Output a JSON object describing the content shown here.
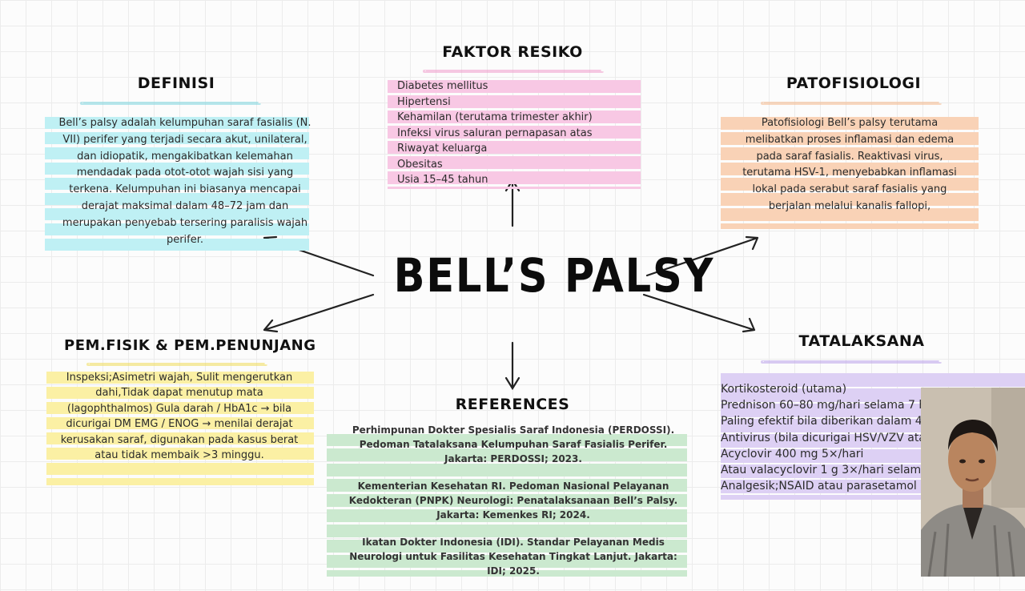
{
  "center_title": "BELL’S PALSY",
  "definisi": {
    "heading": "DEFINISI",
    "text": "Bell’s palsy adalah kelumpuhan saraf fasialis (N. VII) perifer yang terjadi secara akut, unilateral, dan idiopatik, mengakibatkan kelemahan mendadak pada otot-otot wajah sisi yang terkena. Kelumpuhan ini biasanya mencapai derajat maksimal dalam 48–72 jam dan merupakan penyebab tersering paralisis wajah perifer."
  },
  "faktor_resiko": {
    "heading": "FAKTOR RESIKO",
    "items": [
      "Diabetes mellitus",
      "Hipertensi",
      "Kehamilan (terutama trimester akhir)",
      "Infeksi virus saluran pernapasan atas",
      "Riwayat keluarga",
      "Obesitas",
      "Usia 15–45 tahun"
    ]
  },
  "patofisiologi": {
    "heading": "PATOFISIOLOGI",
    "text": "Patofisiologi Bell’s palsy terutama melibatkan proses inflamasi dan edema pada saraf fasialis. Reaktivasi virus, terutama HSV-1, menyebabkan inflamasi lokal pada serabut saraf fasialis yang berjalan melalui kanalis fallopi,"
  },
  "pemeriksaan": {
    "heading": "PEM.FISIK & PEM.PENUNJANG",
    "text": "Inspeksi;Asimetri wajah, Sulit mengerutkan dahi,Tidak dapat menutup mata (lagophthalmos) Gula darah / HbA1c → bila dicurigai DM EMG / ENOG → menilai derajat kerusakan saraf, digunakan pada kasus berat atau tidak membaik >3 minggu."
  },
  "references": {
    "heading": "REFERENCES",
    "items": [
      "Perhimpunan Dokter Spesialis Saraf Indonesia (PERDOSSI). Pedoman Tatalaksana Kelumpuhan Saraf Fasialis Perifer. Jakarta: PERDOSSI; 2023.",
      "Kementerian Kesehatan RI. Pedoman Nasional Pelayanan Kedokteran (PNPK) Neurologi: Penatalaksanaan Bell’s Palsy. Jakarta: Kemenkes RI; 2024.",
      "Ikatan Dokter Indonesia (IDI). Standar Pelayanan Medis Neurologi untuk Fasilitas Kesehatan Tingkat Lanjut. Jakarta: IDI; 2025."
    ]
  },
  "tatalaksana": {
    "heading": "TATALAKSANA",
    "items": [
      "Kortikosteroid (utama)",
      "Prednison 60–80 mg/hari selama 7 h",
      "Paling efektif bila diberikan dalam 48",
      "Antivirus (bila dicurigai HSV/VZV ata",
      "Acyclovir 400 mg 5×/hari",
      "Atau valacyclovir 1 g 3×/hari selama 7",
      "Analgesik;NSAID atau parasetamol u"
    ]
  },
  "colors": {
    "cyan": "#bff0f4",
    "pink": "#f8c8e4",
    "orange": "#f9d2b6",
    "yellow": "#fbf0a4",
    "green": "#cbe9cf",
    "purple": "#ddd0f4"
  }
}
